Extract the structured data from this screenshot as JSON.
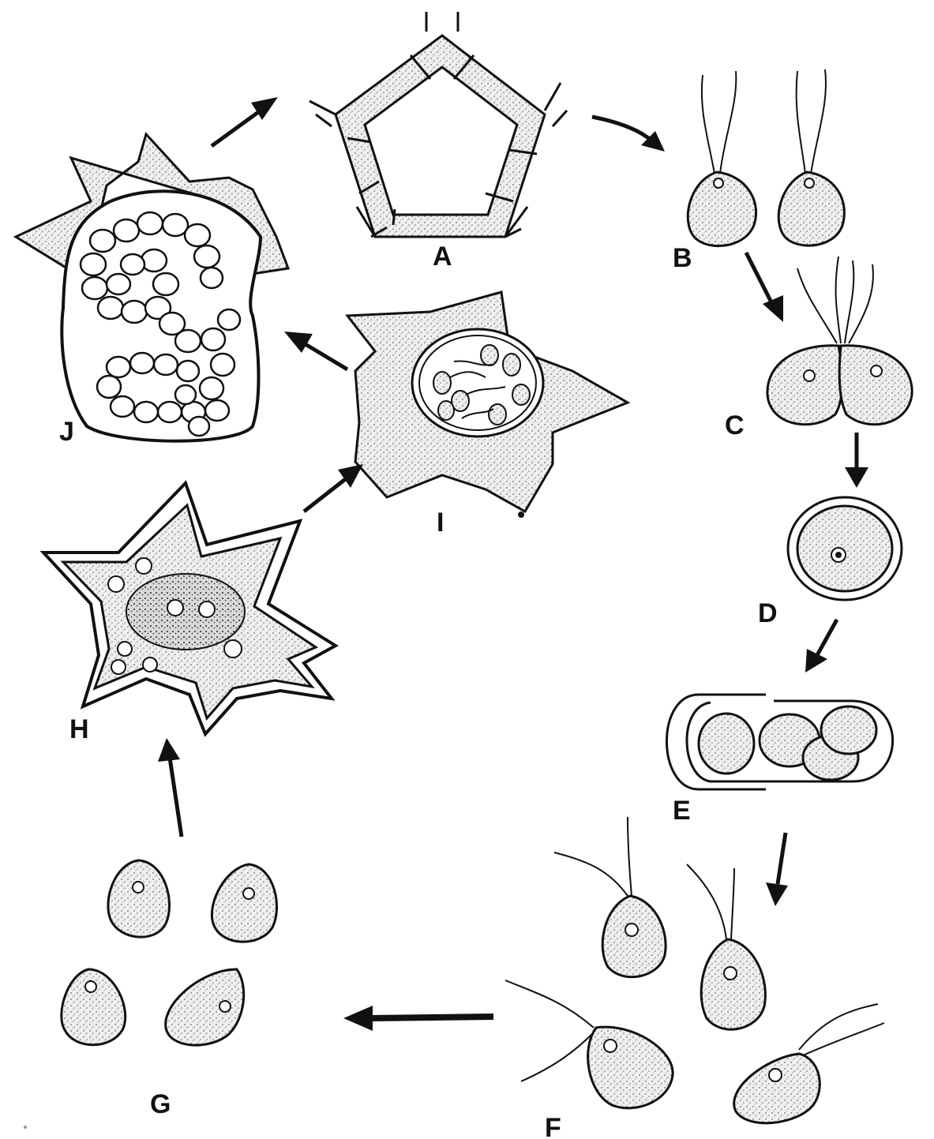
{
  "colors": {
    "ink": "#111111",
    "paper": "#ffffff",
    "stipple": "#b9b9b9"
  },
  "labels": {
    "A": "A",
    "B": "B",
    "C": "C",
    "D": "D",
    "E": "E",
    "F": "F",
    "G": "G",
    "H": "H",
    "I": "I",
    "J": "J"
  }
}
